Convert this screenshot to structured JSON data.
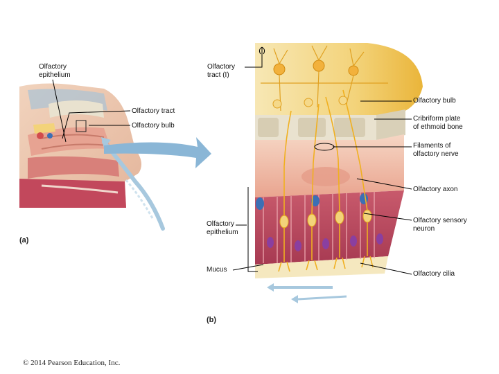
{
  "panel_a": {
    "part_label": "(a)",
    "labels": {
      "olfactory_epithelium": "Olfactory\nepithelium",
      "olfactory_tract": "Olfactory tract",
      "olfactory_bulb": "Olfactory bulb"
    }
  },
  "panel_b": {
    "part_label": "(b)",
    "labels": {
      "olfactory_tract_i": "Olfactory\ntract (I)",
      "olfactory_bulb": "Olfactory bulb",
      "cribriform_plate": "Cribriform plate\nof ethmoid bone",
      "filaments": "Filaments of\nolfactory nerve",
      "olfactory_axon": "Olfactory axon",
      "olfactory_epithelium": "Olfactory\nepithelium",
      "sensory_neuron": "Olfactory sensory\nneuron",
      "mucus": "Mucus",
      "olfactory_cilia": "Olfactory cilia"
    }
  },
  "copyright": "© 2014 Pearson Education, Inc.",
  "colors": {
    "bulb": "#f2c64a",
    "bone": "#e9e2cf",
    "tissue": "#f0b7a6",
    "cell": "#b8405a",
    "nerve": "#f0b020",
    "neuron_nucleus": "#8a3fa0",
    "arrow": "#8ab6d6"
  }
}
